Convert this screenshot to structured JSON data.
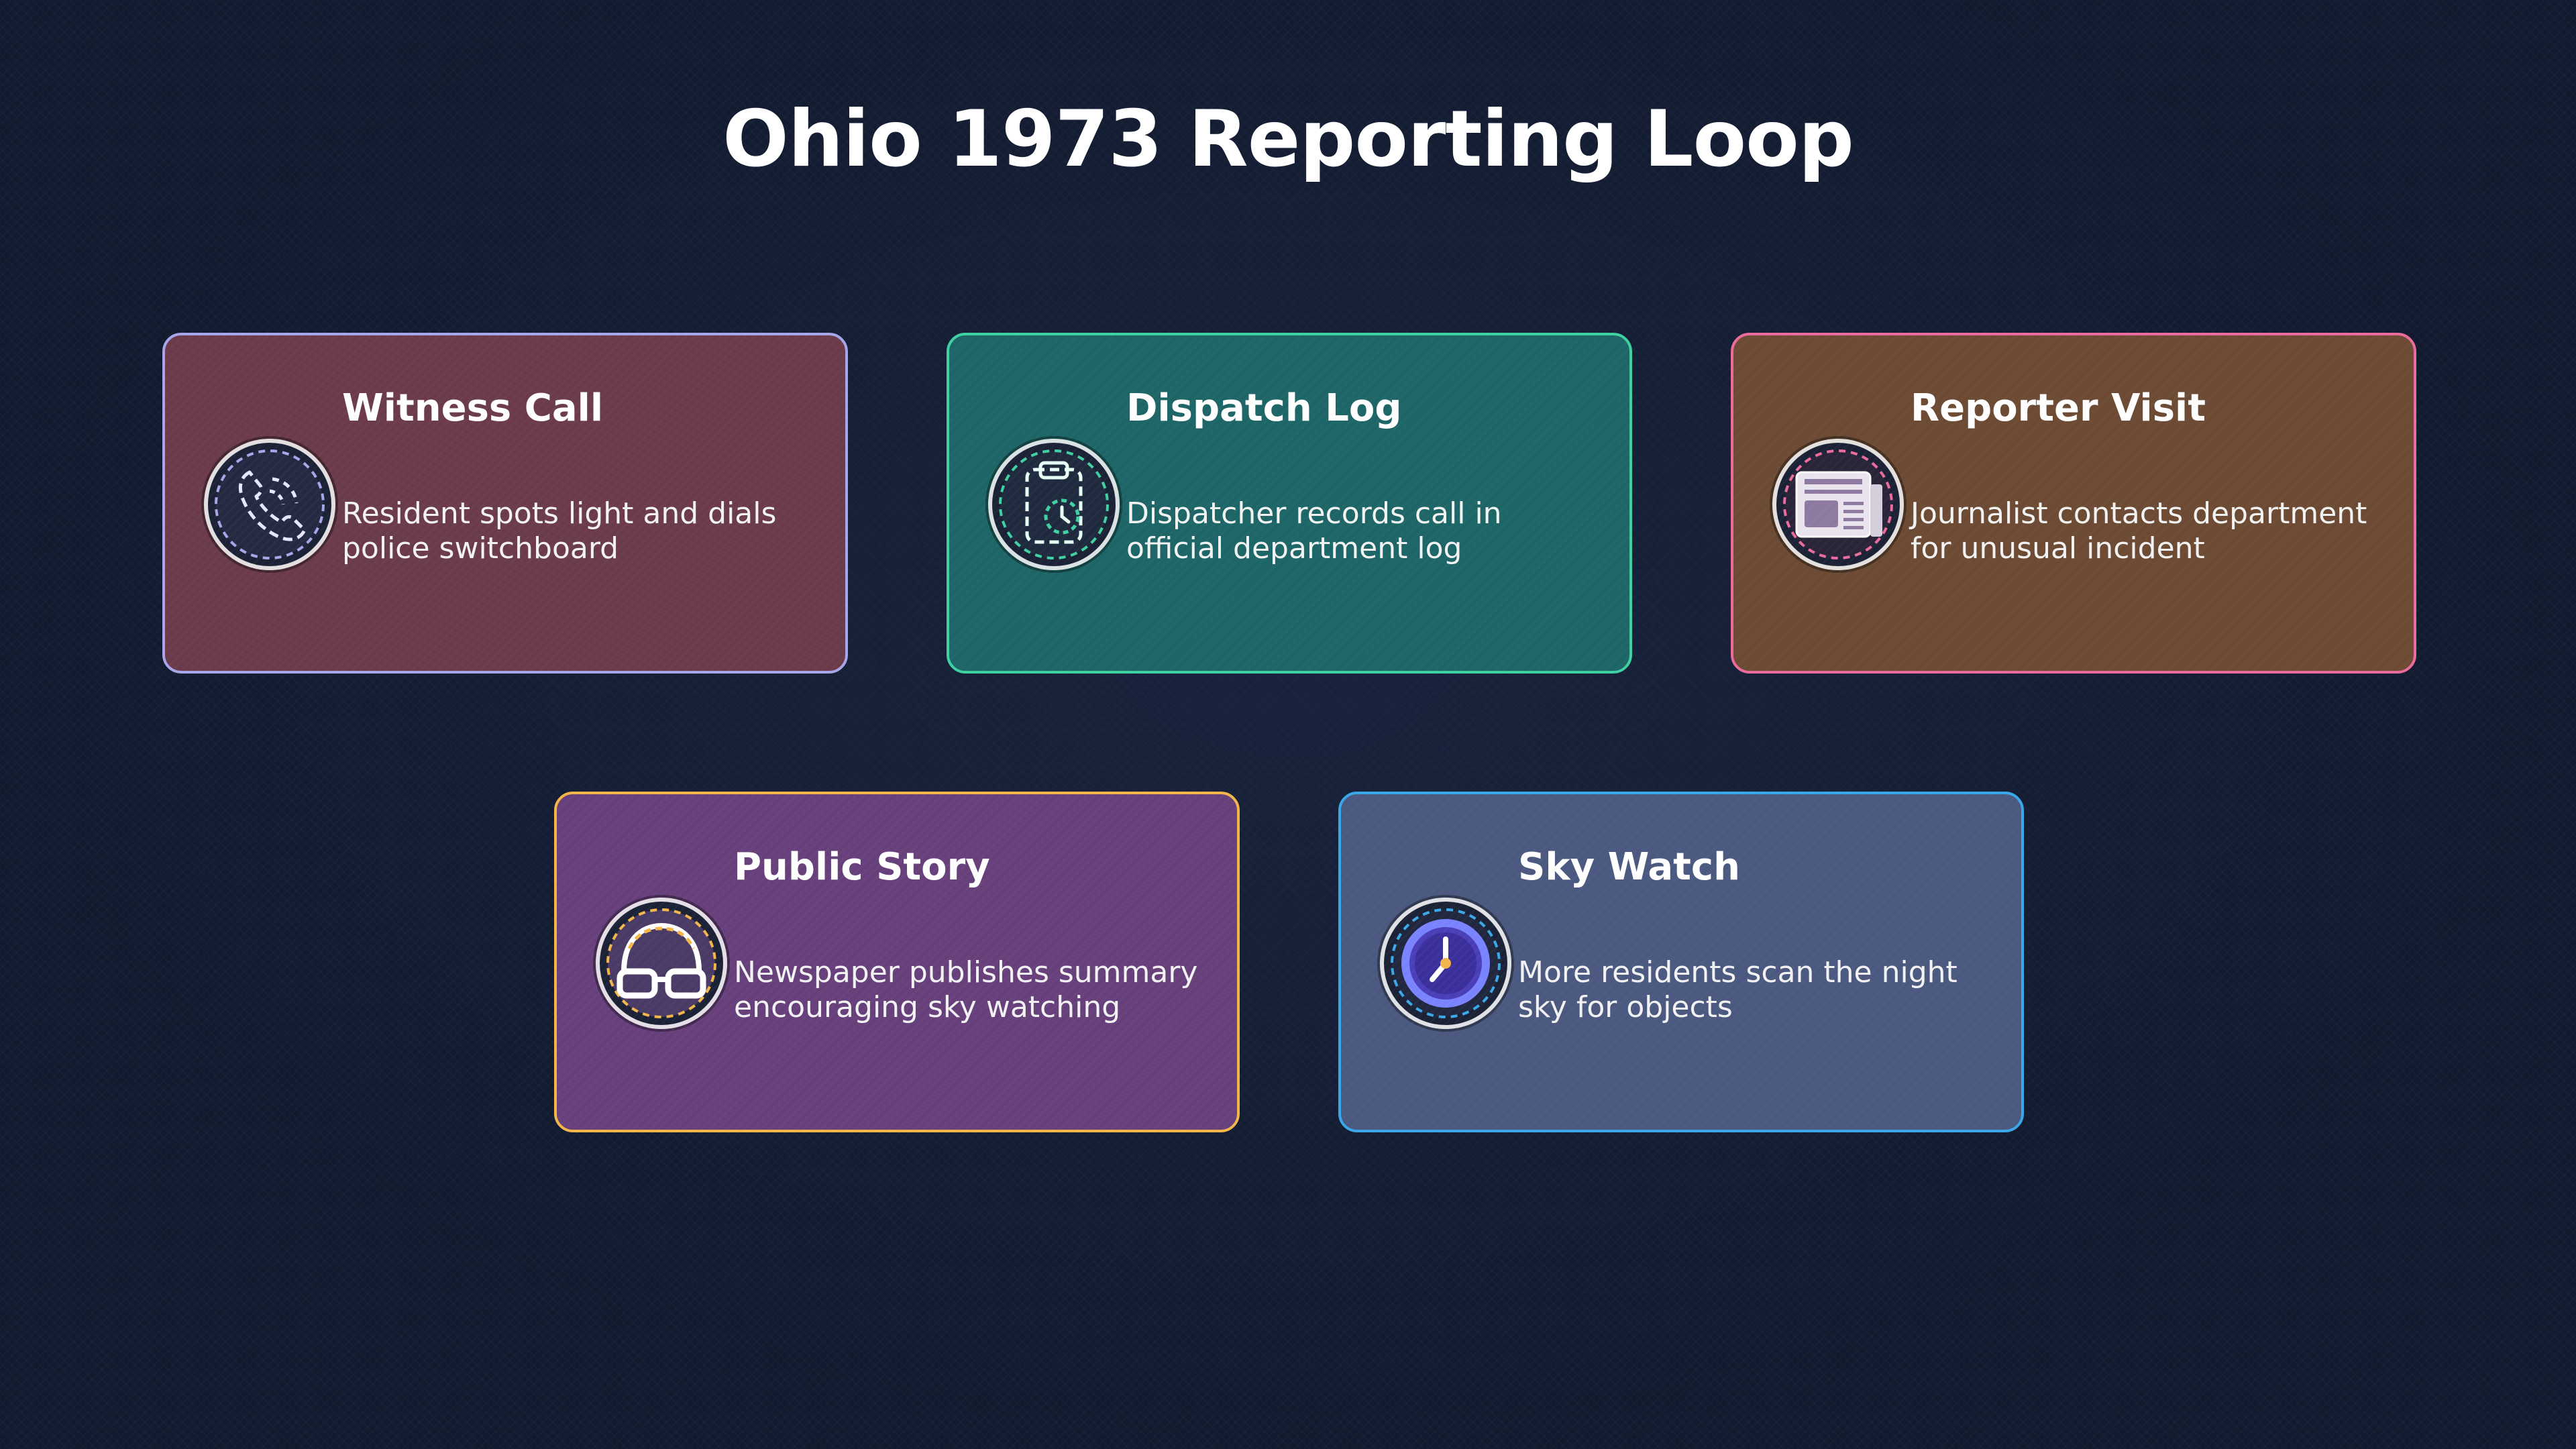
{
  "title": "Ohio 1973 Reporting Loop",
  "cards": [
    {
      "title": "Witness Call",
      "description": "Resident spots light and dials police switchboard",
      "icon": "phone-icon",
      "colors": {
        "fill": "#6b3b4b",
        "border": "#a7a6e8"
      }
    },
    {
      "title": "Dispatch Log",
      "description": "Dispatcher records call in official department log",
      "icon": "clipboard-clock-icon",
      "colors": {
        "fill": "#1d6566",
        "border": "#3fd1a2"
      }
    },
    {
      "title": "Reporter Visit",
      "description": "Journalist contacts department for unusual incident",
      "icon": "newspaper-icon",
      "colors": {
        "fill": "#6c4a33",
        "border": "#ea6b9c"
      }
    },
    {
      "title": "Public Story",
      "description": "Newspaper publishes summary encouraging sky watching",
      "icon": "reading-glasses-icon",
      "colors": {
        "fill": "#673f7b",
        "border": "#f2b64b"
      }
    },
    {
      "title": "Sky Watch",
      "description": "More residents scan the night sky for objects",
      "icon": "clock-icon",
      "colors": {
        "fill": "#4b587f",
        "border": "#3aa8e8"
      }
    }
  ]
}
